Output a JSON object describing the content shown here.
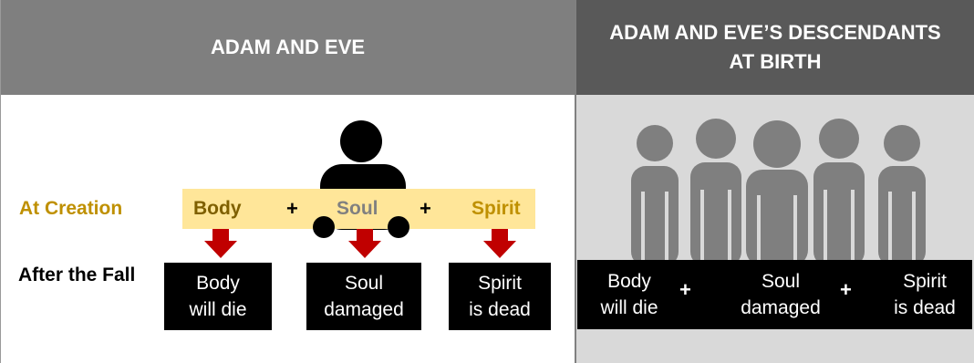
{
  "left": {
    "header": "ADAM AND EVE",
    "at_creation_label": "At Creation",
    "after_fall_label": "After the Fall",
    "creation": {
      "body": "Body",
      "soul": "Soul",
      "spirit": "Spirit",
      "plus": "+"
    },
    "fall": {
      "body": "Body\nwill die",
      "soul": "Soul\ndamaged",
      "spirit": "Spirit\nis dead"
    }
  },
  "right": {
    "header": "ADAM AND EVE’S DESCENDANTS\nAT BIRTH",
    "body": "Body\nwill die",
    "soul": "Soul\ndamaged",
    "spirit": "Spirit\nis dead",
    "plus": "+"
  },
  "colors": {
    "left_header_bg": "#7f7f7f",
    "right_header_bg": "#595959",
    "right_panel_bg": "#d9d9d9",
    "band": "#ffe699",
    "gold_label": "#bf9000",
    "body_text": "#7f6000",
    "soul_text": "#808080",
    "arrow": "#c00000",
    "crowd_icon": "#7f7f7f"
  },
  "icons": {
    "person": "person-icon",
    "crowd": "crowd-icon",
    "arrow": "down-arrow-icon"
  }
}
